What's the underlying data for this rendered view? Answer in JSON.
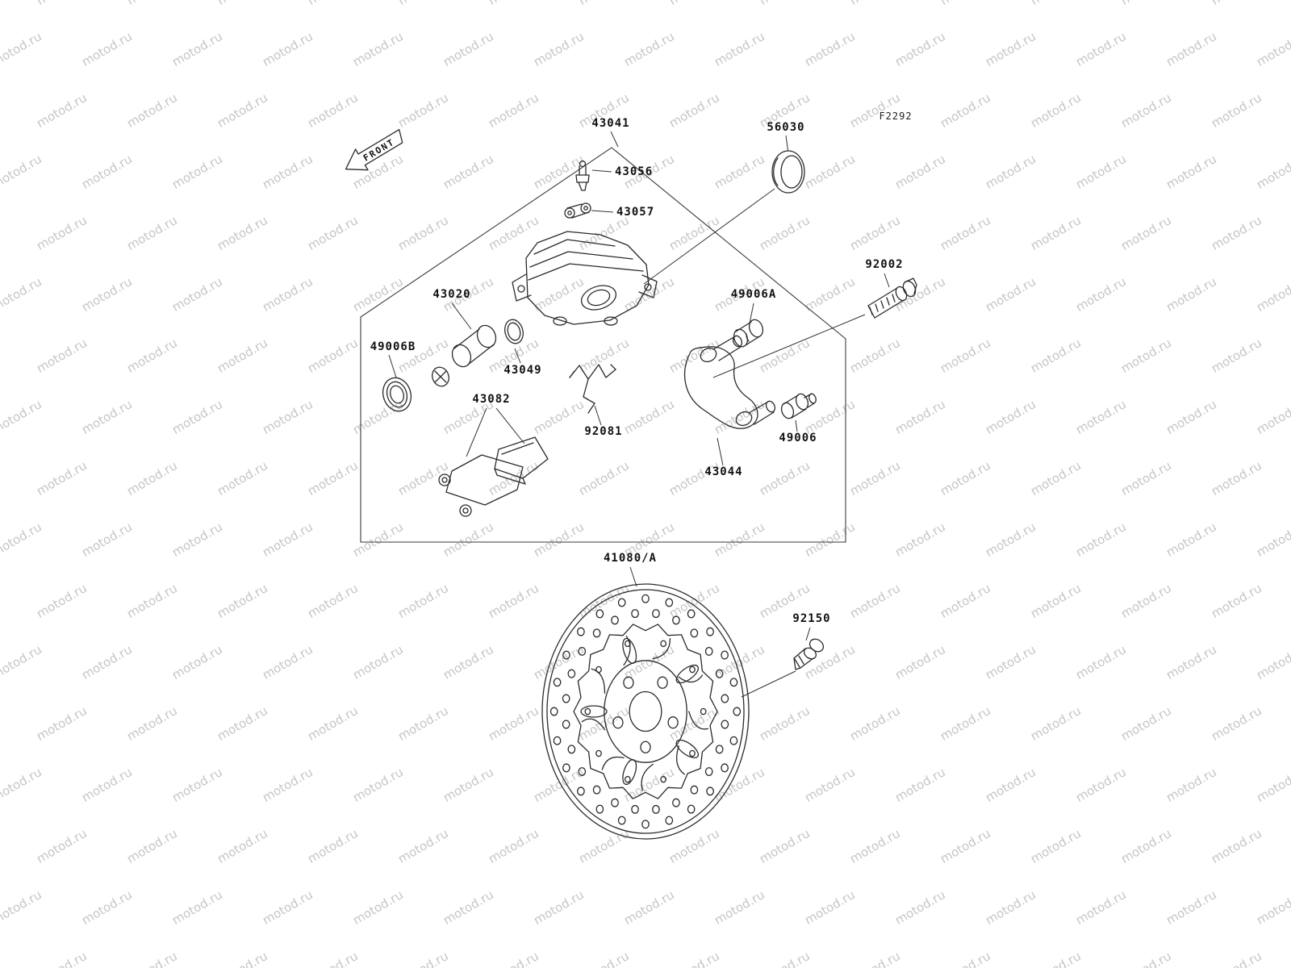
{
  "watermark": {
    "text": "motod.ru"
  },
  "figure": {
    "code": "F2292",
    "front_label": "FRONT"
  },
  "parts": {
    "caliper_assembly": "43041",
    "cap": "56030",
    "bleed_valve": "43056",
    "clamp": "43057",
    "piston": "43020",
    "seal_49006b": "49006B",
    "seal_43049": "43049",
    "pad_set": "43082",
    "spring": "92081",
    "boot_49006a": "49006A",
    "mounting_bolt": "92002",
    "pin_49006": "49006",
    "caliper_holder": "43044",
    "brake_disc": "41080/A",
    "disc_bolt": "92150"
  }
}
